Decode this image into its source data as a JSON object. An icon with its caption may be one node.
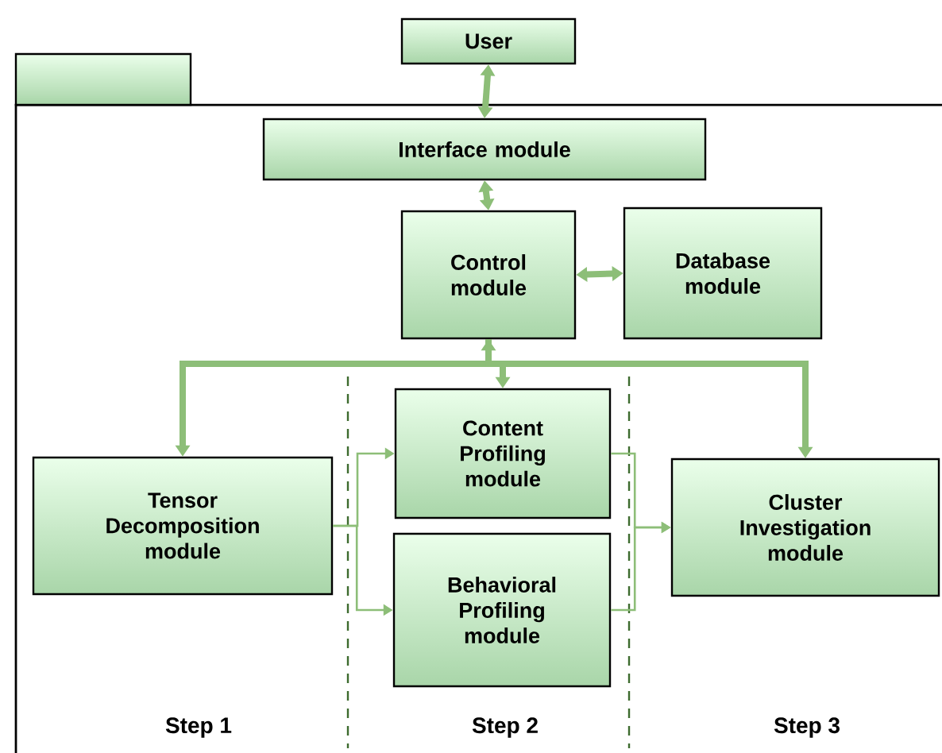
{
  "diagram": {
    "nodes": [
      {
        "text": [
          "User"
        ]
      },
      {
        "text": [],
        "shape": "box"
      },
      {
        "text": [
          "Interface module"
        ],
        "in": 1
      },
      {
        "text": [
          "Control module"
        ],
        "in": 1
      },
      {
        "text": [
          "Database module"
        ],
        "in": 1
      },
      {
        "text": [
          "Tensor Decomposition module"
        ],
        "in": 1
      },
      {
        "text": [
          "Content Profiling module"
        ],
        "in": 1
      },
      {
        "text": [
          "Behavioral Profiling module"
        ],
        "in": 1
      },
      {
        "text": [
          "Cluster Investigation module"
        ],
        "in": 1
      }
    ],
    "edges": [
      {
        "from": 0,
        "to": 2,
        "arrow": "both"
      },
      {
        "from": 2,
        "to": 3,
        "arrow": "both"
      },
      {
        "from": 3,
        "to": 4,
        "arrow": "both"
      },
      {
        "from": 3,
        "to": 5,
        "arrow": "to"
      },
      {
        "from": 3,
        "to": 6,
        "arrow": "both"
      },
      {
        "from": 3,
        "to": 8,
        "arrow": "to"
      },
      {
        "from": 5,
        "to": 6,
        "arrow": "to"
      },
      {
        "from": 5,
        "to": 7,
        "arrow": "to"
      },
      {
        "from": 6,
        "to": 8,
        "arrow": "to"
      },
      {
        "from": 7,
        "to": 8,
        "arrow": "to"
      }
    ],
    "labels": [
      "Step 1",
      "Step 2",
      "Step 3"
    ]
  }
}
